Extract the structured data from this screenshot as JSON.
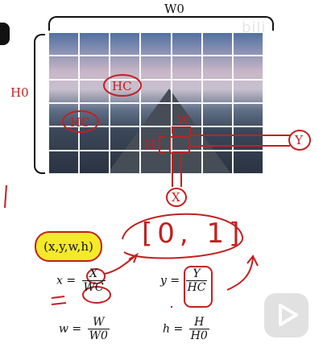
{
  "labels": {
    "w0": "W0",
    "h0": "H0",
    "hc_top": "HC",
    "hc_left": "HC",
    "w": "W",
    "h": "H",
    "y": "Y",
    "x": "X"
  },
  "tag": {
    "text": "(x,y,w,h)"
  },
  "range": {
    "text": "[0, 1]"
  },
  "formulas": {
    "x": {
      "lhs": "x =",
      "num": "X",
      "den": "WC"
    },
    "y": {
      "lhs": "y =",
      "num": "Y",
      "den": "HC"
    },
    "w": {
      "lhs": "w =",
      "num": "W",
      "den": "W0"
    },
    "h": {
      "lhs": "h =",
      "num": "H",
      "den": "H0"
    }
  },
  "watermark": {
    "text": "bili"
  },
  "icons": {
    "play": "play-icon",
    "side": "sidebar-icon"
  },
  "colors": {
    "red": "#c41f1f",
    "yellow": "#f4ea2a",
    "text": "#111111"
  }
}
